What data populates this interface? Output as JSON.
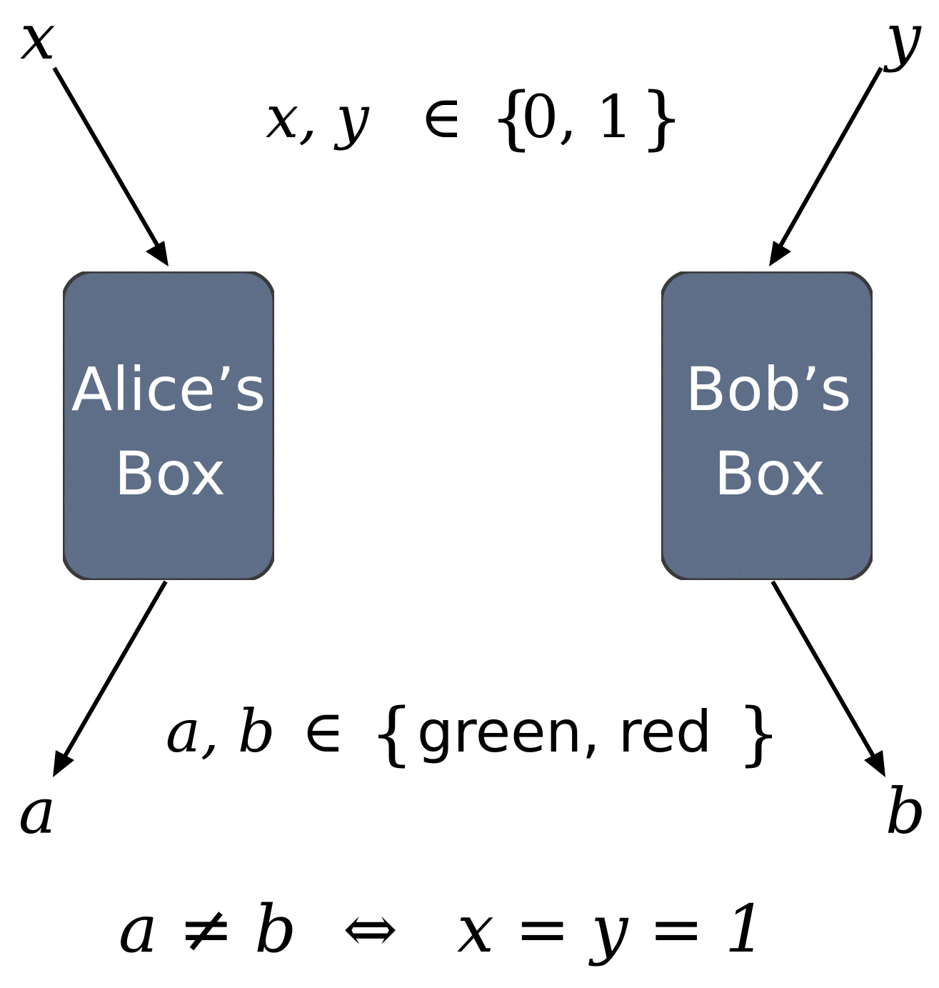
{
  "colors": {
    "box_fill": "#4f6482",
    "box_stroke": "#0a0a0a",
    "arrow": "#000000",
    "box_text": "#ffffff"
  },
  "inputs": {
    "x_label": "x",
    "y_label": "y",
    "domain": {
      "vars": "x, y",
      "relation": "∈",
      "set_open": "{",
      "set_values": "0, 1",
      "set_close": "}"
    }
  },
  "boxes": {
    "alice": {
      "line1": "Alice’s",
      "line2": "Box"
    },
    "bob": {
      "line1": "Bob’s",
      "line2": "Box"
    }
  },
  "outputs": {
    "a_label": "a",
    "b_label": "b",
    "domain": {
      "vars": "a, b",
      "relation": "∈",
      "set_open": "{",
      "set_values": "green, red",
      "set_close": "}"
    }
  },
  "condition": {
    "lhs": "a ≠ b",
    "iff": "⇔",
    "rhs": "x = y = 1"
  }
}
